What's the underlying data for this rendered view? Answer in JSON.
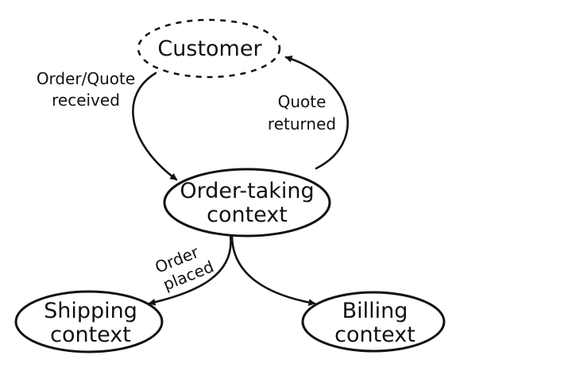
{
  "diagram": {
    "nodes": {
      "customer": {
        "label": "Customer",
        "style": "dashed"
      },
      "order_taking": {
        "label_line1": "Order-taking",
        "label_line2": "context",
        "style": "solid"
      },
      "shipping": {
        "label_line1": "Shipping",
        "label_line2": "context",
        "style": "solid"
      },
      "billing": {
        "label_line1": "Billing",
        "label_line2": "context",
        "style": "solid"
      }
    },
    "edges": [
      {
        "from": "customer",
        "to": "order_taking",
        "label_line1": "Order/Quote",
        "label_line2": "received"
      },
      {
        "from": "order_taking",
        "to": "customer",
        "label_line1": "Quote",
        "label_line2": "returned"
      },
      {
        "from": "order_taking",
        "to": "shipping",
        "label_line1": "Order",
        "label_line2": "placed"
      },
      {
        "from": "order_taking",
        "to": "billing",
        "label_line1": "",
        "label_line2": ""
      }
    ],
    "colors": {
      "stroke": "#111111",
      "background": "#ffffff"
    }
  }
}
